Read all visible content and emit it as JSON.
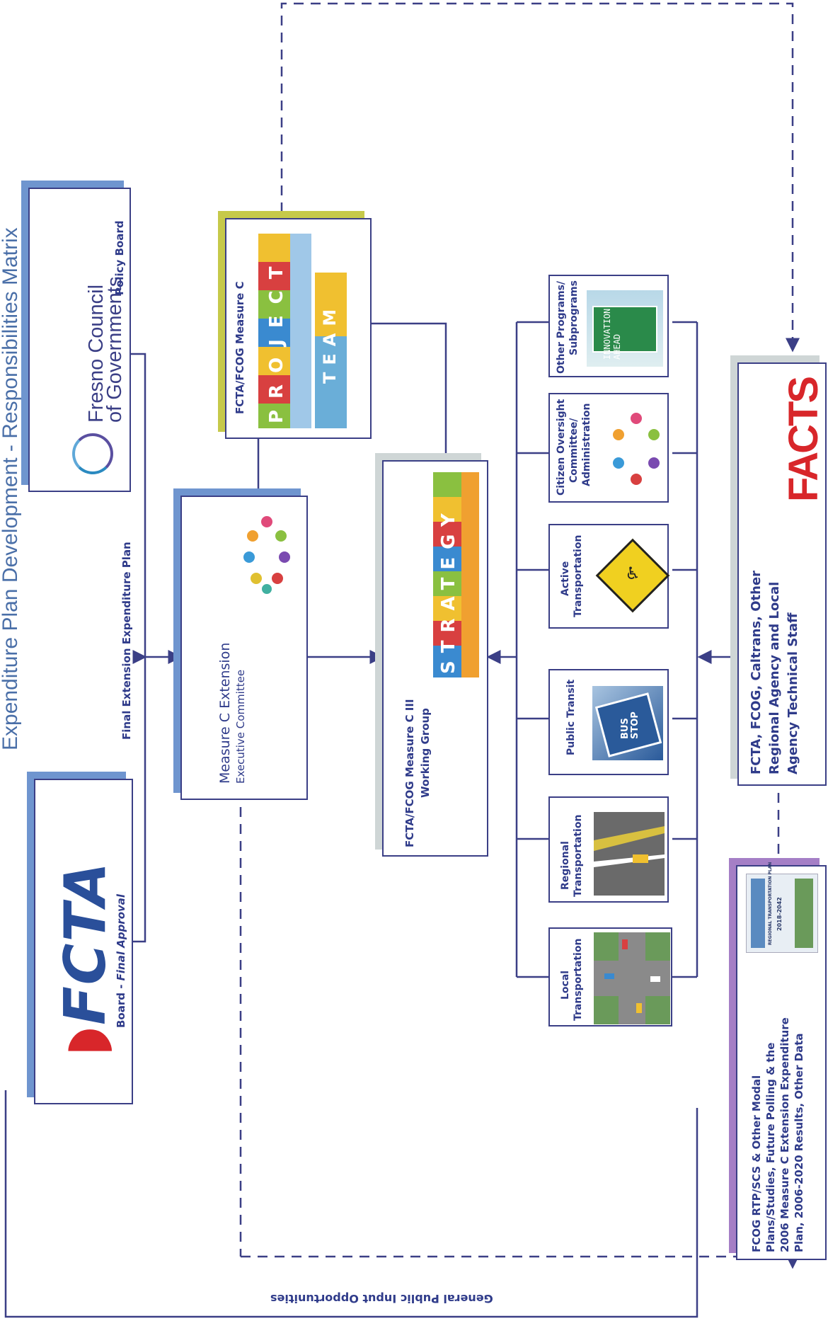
{
  "title": "Expenditure Plan Development - Responsibilities Matrix",
  "fcta": {
    "logo_text": "FCTA",
    "caption_prefix": "Board - ",
    "caption_italic": "Final Approval"
  },
  "fcog": {
    "logo_line1": "Fresno Council",
    "logo_line2": "of Governments",
    "caption": "Policy Board"
  },
  "final_plan_label": "Final Extension Expenditure Plan",
  "exec_committee": {
    "line1": "Measure C Extension",
    "line2": "Executive Committee"
  },
  "project_team": {
    "label": "FCTA/FCOG Measure C",
    "puzzle_top": [
      "P",
      "R",
      "O",
      "J",
      "E",
      "C",
      "T"
    ],
    "puzzle_team": [
      "T",
      "E",
      "A",
      "M"
    ]
  },
  "working_group": {
    "line1": "FCTA/FCOG Measure C III",
    "line2": "Working Group",
    "puzzle": [
      "S",
      "T",
      "R",
      "A",
      "T",
      "E",
      "G",
      "Y"
    ]
  },
  "programs": [
    {
      "line1": "Local",
      "line2": "Transportation"
    },
    {
      "line1": "Regional",
      "line2": "Transportation"
    },
    {
      "line1": "Public Transit",
      "line2": "",
      "sign": [
        "BUS",
        "STOP"
      ]
    },
    {
      "line1": "Active",
      "line2": "Transportation"
    },
    {
      "line1": "Citizen Oversight",
      "line2": "Committee/",
      "line3": "Administration"
    },
    {
      "line1": "Other Programs/",
      "line2": "Subprograms",
      "sign": [
        "INNOVATION",
        "AHEAD"
      ]
    }
  ],
  "tech_staff": {
    "line1": "FCTA, FCOG, Caltrans, Other",
    "line2": "Regional Agency and Local",
    "line3": "Agency Technical Staff",
    "facts": "FACTS"
  },
  "data_sources": {
    "line1": "FCOG RTP/SCS & Other Modal",
    "line2": "Plans/Studies, Future Polling & the",
    "line3": "2006 Measure C  Extension Expenditure",
    "line4": "Plan, 2006-2020 Results, Other Data",
    "thumb_title": "REGIONAL TRANSPORTATION PLAN",
    "thumb_years": "2018-2042"
  },
  "public_input_label": "General Public Input Opportunities",
  "colors": {
    "navy": "#3b3f86",
    "shadow_blue": "#6f95cf",
    "olive": "#c6c94a",
    "purple": "#a57fc6",
    "fcta_blue": "#2a4f9a",
    "facts_red": "#d8262a"
  }
}
